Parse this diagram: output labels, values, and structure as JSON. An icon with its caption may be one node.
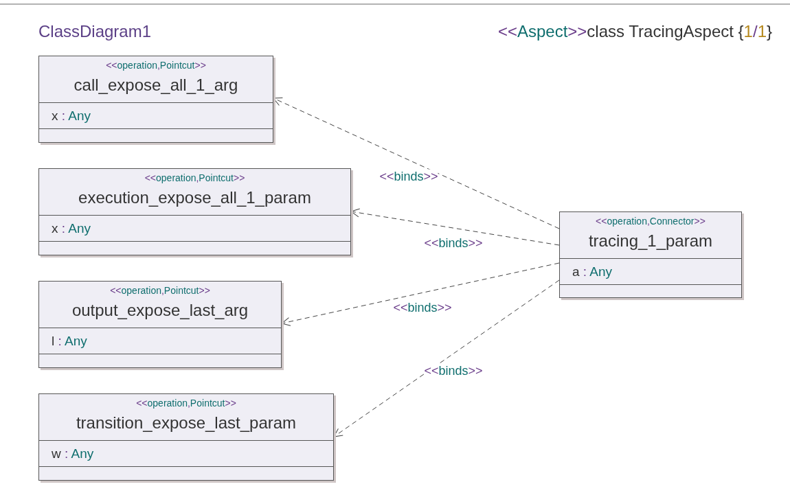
{
  "diagram": {
    "title": "ClassDiagram1",
    "nodes": [
      {
        "text": [
          "<<operation,Pointcut>>",
          "call_expose_all_1_arg",
          "x : Any"
        ]
      },
      {
        "text": [
          "<<operation,Pointcut>>",
          "execution_expose_all_1_param",
          "x : Any"
        ]
      },
      {
        "text": [
          "<<operation,Pointcut>>",
          "output_expose_last_arg",
          "l : Any"
        ]
      },
      {
        "text": [
          "<<operation,Pointcut>>",
          "transition_expose_last_param",
          "w : Any"
        ]
      },
      {
        "text": [
          "<<operation,Connector>>",
          "tracing_1_param",
          "a : Any"
        ]
      }
    ],
    "edges": [
      {
        "from": 4,
        "to": 0,
        "arrow": "to",
        "label": "<<binds>>",
        "style": "dashed"
      },
      {
        "from": 4,
        "to": 1,
        "arrow": "to",
        "label": "<<binds>>",
        "style": "dashed"
      },
      {
        "from": 4,
        "to": 2,
        "arrow": "to",
        "label": "<<binds>>",
        "style": "dashed"
      },
      {
        "from": 4,
        "to": 3,
        "arrow": "to",
        "label": "<<binds>>",
        "style": "dashed"
      }
    ],
    "labels": [
      "<<Aspect>>class TracingAspect {1/1}"
    ]
  }
}
